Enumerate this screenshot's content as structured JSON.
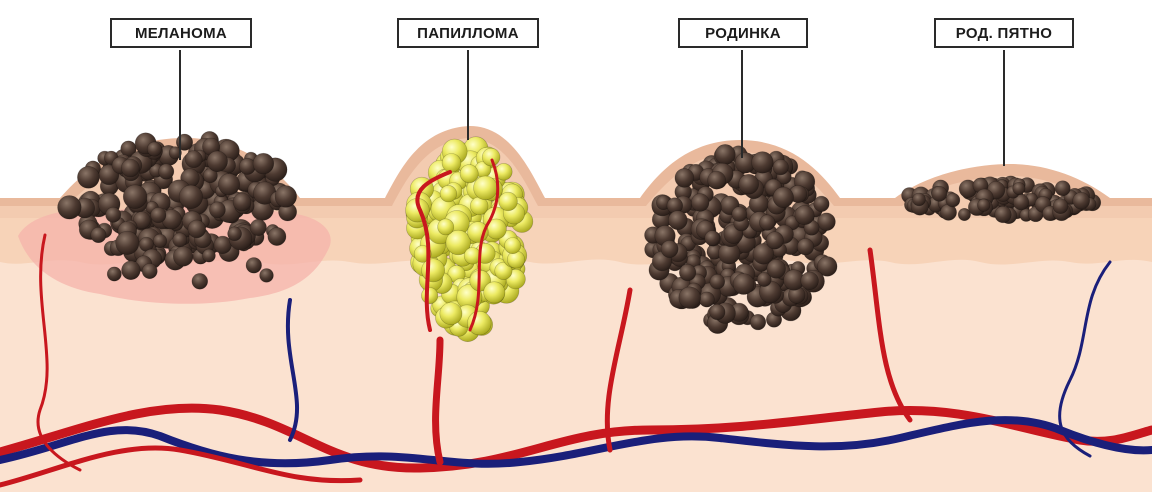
{
  "labels": {
    "melanoma": "МЕЛАНОМА",
    "papilloma": "ПАПИЛЛОМА",
    "mole": "РОДИНКА",
    "birthmark": "РОД. ПЯТНО"
  },
  "colors": {
    "skin_light": "#fbe0cc",
    "skin_mid": "#f5cfb0",
    "epidermis": "#e8b79a",
    "melanin_cell": "#4d3a31",
    "papilloma_cell": "#e4e25a",
    "artery": "#c8171e",
    "vein": "#1a1f7a",
    "inflammation": "#f5a8a4"
  }
}
